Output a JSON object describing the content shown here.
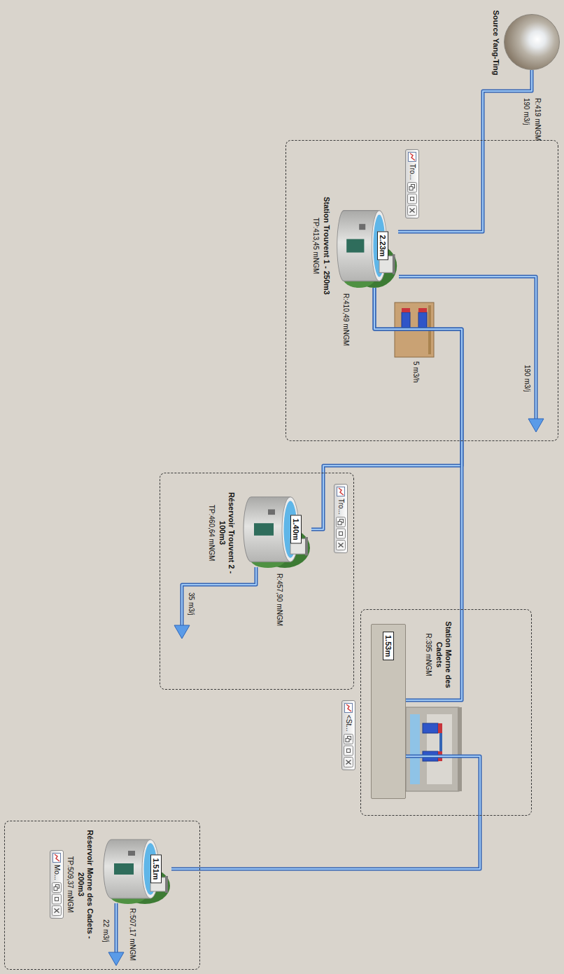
{
  "diagram": {
    "nodes": [
      {
        "text": [
          "Source Yang-Ting"
        ]
      },
      {
        "text": [
          "Station Trouvent 1 - 250m3"
        ]
      },
      {
        "text": [
          "2.23m"
        ],
        "in": 1
      },
      {
        "text": [
          "Réservoir Trouvent 2 - 100m3"
        ]
      },
      {
        "text": [
          "1.40m"
        ],
        "in": 3
      },
      {
        "text": [
          "Station Morne des Cadets"
        ]
      },
      {
        "text": [
          "1.53m"
        ],
        "in": 5
      },
      {
        "text": [
          "Réservoir Morne des Cadets - 200m3"
        ]
      },
      {
        "text": [
          "1.51m"
        ],
        "in": 7
      }
    ],
    "edges": [
      {
        "from": 0,
        "to": 2,
        "arrow": "none"
      },
      {
        "from": 2,
        "to": 4,
        "arrow": "none"
      },
      {
        "from": 2,
        "to": 6,
        "arrow": "none"
      },
      {
        "from": 6,
        "to": 8,
        "arrow": "none"
      }
    ],
    "labels": [
      "R:419 mNGM",
      "190 m3/j",
      "Tro...",
      "TP:413,45 mNGM",
      "R:410,49 mNGM",
      "5 m3/h",
      "190 m3/j",
      "Tro...",
      "TP:460,64 mNGM",
      "R:457,90 mNGM",
      "35 m3/j",
      "<St...",
      "R:395 mNGM",
      "Mo...",
      "TP:509,37 mNGM",
      "R:507,17 mNGM",
      "22 m3/j"
    ]
  }
}
